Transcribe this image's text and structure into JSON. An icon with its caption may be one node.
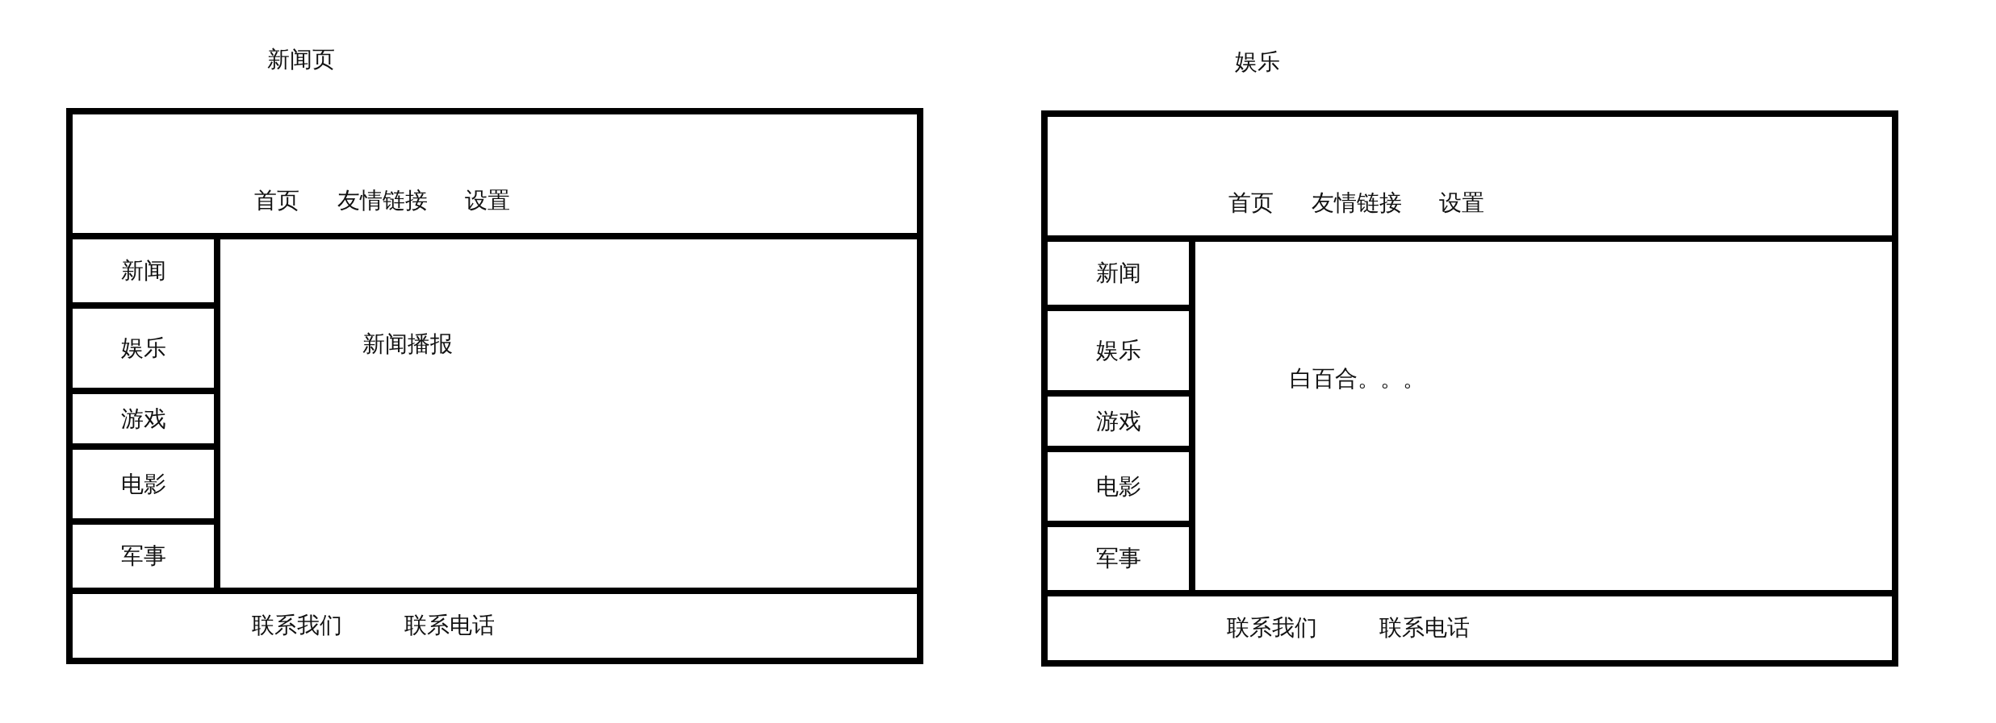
{
  "diagram": {
    "nodes": [
      {
        "text": [
          "新闻页"
        ]
      },
      {
        "text": [
          "首页",
          "友情链接",
          "设置"
        ],
        "in": 0
      },
      {
        "text": [
          "新闻"
        ],
        "in": 0
      },
      {
        "text": [
          "娱乐"
        ],
        "in": 0
      },
      {
        "text": [
          "游戏"
        ],
        "in": 0
      },
      {
        "text": [
          "电影"
        ],
        "in": 0
      },
      {
        "text": [
          "军事"
        ],
        "in": 0
      },
      {
        "text": [
          "新闻播报"
        ],
        "in": 0
      },
      {
        "text": [
          "联系我们",
          "联系电话"
        ],
        "in": 0
      },
      {
        "text": [
          "娱乐"
        ]
      },
      {
        "text": [
          "首页",
          "友情链接",
          "设置"
        ],
        "in": 9
      },
      {
        "text": [
          "新闻"
        ],
        "in": 9
      },
      {
        "text": [
          "娱乐"
        ],
        "in": 9
      },
      {
        "text": [
          "游戏"
        ],
        "in": 9
      },
      {
        "text": [
          "电影"
        ],
        "in": 9
      },
      {
        "text": [
          "军事"
        ],
        "in": 9
      },
      {
        "text": [
          "白百合。。。"
        ],
        "in": 9
      },
      {
        "text": [
          "联系我们",
          "联系电话"
        ],
        "in": 9
      }
    ]
  }
}
